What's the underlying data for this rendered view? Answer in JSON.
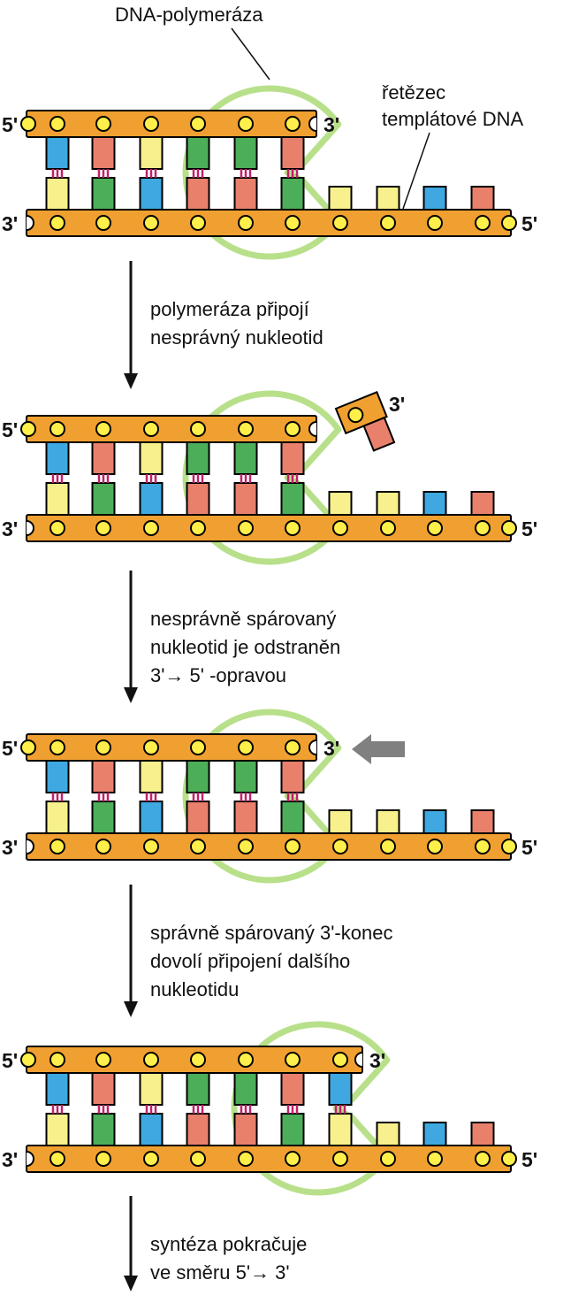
{
  "colors": {
    "backbone": "#f0a030",
    "backbone_stroke": "#000000",
    "phosphate": "#ffef4a",
    "enzyme": "#b8e08a",
    "bond": "#c0206a",
    "arrow": "#111111",
    "repair_arrow": "#808080",
    "bases": {
      "blue": "#3fa8e0",
      "salmon": "#e8806c",
      "yellow": "#f8f08c",
      "green": "#4cae58"
    }
  },
  "labels": {
    "enzyme": "DNA-polymeráza",
    "template_line1": "řetězec",
    "template_line2": "templátové DNA"
  },
  "ends": {
    "three_prime": "3'",
    "five_prime": "5'"
  },
  "panels": [
    {
      "name": "panel-1",
      "primer_bases": [
        "blue",
        "salmon",
        "yellow",
        "green",
        "green",
        "salmon"
      ],
      "template_bases": [
        "yellow",
        "green",
        "blue",
        "salmon",
        "salmon",
        "green",
        "yellow",
        "yellow",
        "blue",
        "salmon"
      ],
      "paired_count": 6,
      "mismatch": false,
      "repair_arrow": false
    },
    {
      "name": "panel-2",
      "primer_bases": [
        "blue",
        "salmon",
        "yellow",
        "green",
        "green",
        "salmon"
      ],
      "template_bases": [
        "yellow",
        "green",
        "blue",
        "salmon",
        "salmon",
        "green",
        "yellow",
        "yellow",
        "blue",
        "salmon"
      ],
      "paired_count": 6,
      "mismatch": true,
      "mismatch_base": "salmon",
      "repair_arrow": false
    },
    {
      "name": "panel-3",
      "primer_bases": [
        "blue",
        "salmon",
        "yellow",
        "green",
        "green",
        "salmon"
      ],
      "template_bases": [
        "yellow",
        "green",
        "blue",
        "salmon",
        "salmon",
        "green",
        "yellow",
        "yellow",
        "blue",
        "salmon"
      ],
      "paired_count": 6,
      "mismatch": false,
      "repair_arrow": true
    },
    {
      "name": "panel-4",
      "primer_bases": [
        "blue",
        "salmon",
        "yellow",
        "green",
        "green",
        "salmon",
        "blue"
      ],
      "template_bases": [
        "yellow",
        "green",
        "blue",
        "salmon",
        "salmon",
        "green",
        "yellow",
        "yellow",
        "blue",
        "salmon"
      ],
      "paired_count": 7,
      "mismatch": false,
      "repair_arrow": false
    }
  ],
  "steps": [
    {
      "lines": [
        "polymeráza připojí",
        "nesprávný nukleotid"
      ]
    },
    {
      "lines": [
        "nesprávně spárovaný",
        "nukleotid je odstraněn",
        "3'→ 5' -opravou"
      ]
    },
    {
      "lines": [
        "správně spárovaný 3'-konec",
        "dovolí připojení dalšího",
        "nukleotidu"
      ]
    },
    {
      "lines": [
        "syntéza pokračuje",
        "ve směru 5'→ 3'"
      ]
    }
  ]
}
